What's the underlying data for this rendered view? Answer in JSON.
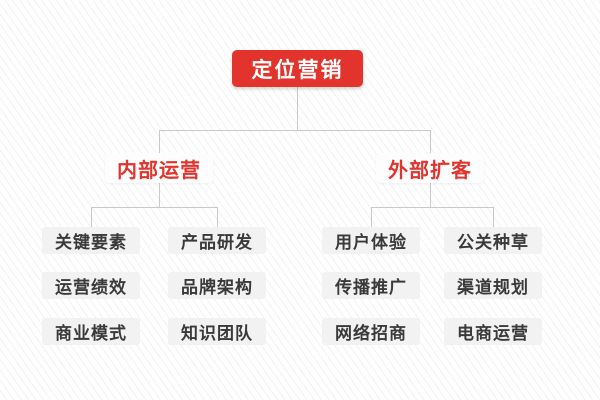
{
  "diagram": {
    "type": "mindmap-tree",
    "root": {
      "label": "定位营销"
    },
    "branches": [
      {
        "label": "内部运营",
        "leaves": [
          "关键要素",
          "产品研发",
          "运营绩效",
          "品牌架构",
          "商业模式",
          "知识团队"
        ]
      },
      {
        "label": "外部扩客",
        "leaves": [
          "用户体验",
          "公关种草",
          "传播推广",
          "渠道规划",
          "网络招商",
          "电商运营"
        ]
      }
    ],
    "colors": {
      "accent_red": "#e2342c",
      "root_text": "#ffffff",
      "branch_bg": "#fdfdfd",
      "leaf_bg": "#f2f2f2",
      "leaf_text": "#3a3a3a",
      "connector": "#c9c9c9",
      "background": "#ffffff",
      "stripe": "#f2f2f2"
    }
  }
}
